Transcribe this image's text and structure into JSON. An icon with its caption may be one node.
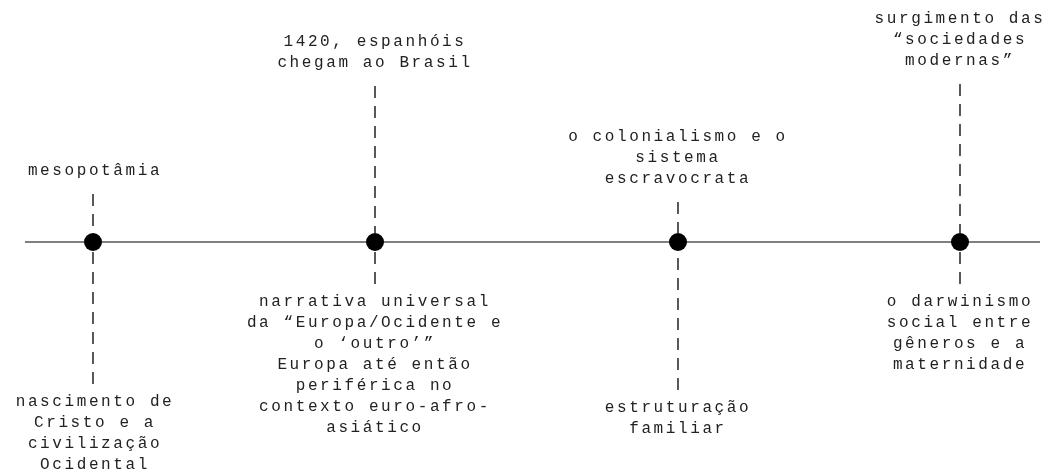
{
  "diagram": {
    "nodes": [
      {
        "text": [],
        "shape": "circle"
      },
      {
        "text": [
          "mesopotâmia"
        ]
      },
      {
        "text": [
          "nascimento de Cristo e a civilização Ocidental"
        ]
      },
      {
        "text": [],
        "shape": "circle"
      },
      {
        "text": [
          "1420, espanhóis chegam ao Brasil"
        ]
      },
      {
        "text": [
          "narrativa universal da “Europa/Ocidente e o ‘outro’”",
          "Europa até então periférica no contexto euro-afro-asiático"
        ]
      },
      {
        "text": [],
        "shape": "circle"
      },
      {
        "text": [
          "o colonialismo e o sistema escravocrata"
        ]
      },
      {
        "text": [
          "estruturação familiar"
        ]
      },
      {
        "text": [],
        "shape": "circle"
      },
      {
        "text": [
          "surgimento das “sociedades modernas”"
        ]
      },
      {
        "text": [
          "o darwinismo social entre gêneros e a maternidade"
        ]
      }
    ],
    "edges": [
      {
        "from": 1,
        "to": 0,
        "arrow": "none",
        "style": "dashed"
      },
      {
        "from": 2,
        "to": 0,
        "arrow": "none",
        "style": "dashed"
      },
      {
        "from": 4,
        "to": 3,
        "arrow": "none",
        "style": "dashed"
      },
      {
        "from": 5,
        "to": 3,
        "arrow": "none",
        "style": "dashed"
      },
      {
        "from": 7,
        "to": 6,
        "arrow": "none",
        "style": "dashed"
      },
      {
        "from": 8,
        "to": 6,
        "arrow": "none",
        "style": "dashed"
      },
      {
        "from": 10,
        "to": 9,
        "arrow": "none",
        "style": "dashed"
      },
      {
        "from": 11,
        "to": 9,
        "arrow": "none",
        "style": "dashed"
      }
    ]
  }
}
